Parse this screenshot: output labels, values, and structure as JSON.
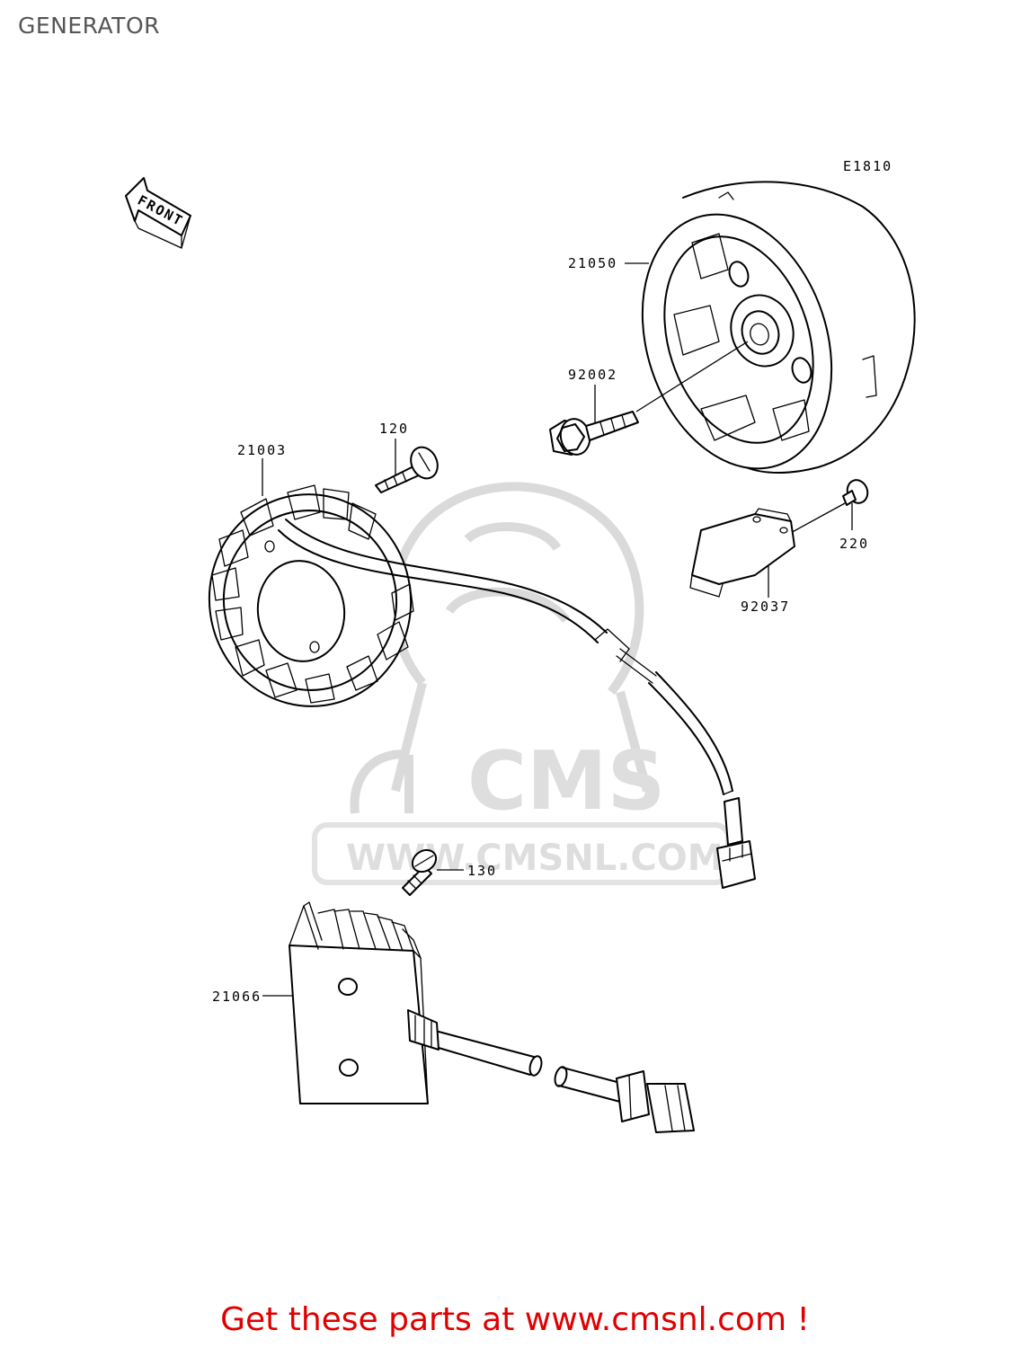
{
  "page": {
    "title": "GENERATOR",
    "diagram_code": "E1810",
    "front_marker": "FRONT",
    "footer": "Get these parts at www.cmsnl.com !"
  },
  "watermark": {
    "brand": "CMS",
    "url": "WWW.CMSNL.COM"
  },
  "parts": [
    {
      "id": "rotor",
      "number": "21050",
      "icon": "rotor-flywheel-icon"
    },
    {
      "id": "rotor-bolt",
      "number": "92002",
      "icon": "flange-bolt-icon"
    },
    {
      "id": "stator-screw",
      "number": "120",
      "icon": "socket-screw-icon"
    },
    {
      "id": "stator",
      "number": "21003",
      "icon": "stator-coil-icon"
    },
    {
      "id": "clamp-screw",
      "number": "220",
      "icon": "small-screw-icon"
    },
    {
      "id": "wire-clamp",
      "number": "92037",
      "icon": "bracket-plate-icon"
    },
    {
      "id": "regulator-bolt",
      "number": "130",
      "icon": "bolt-icon"
    },
    {
      "id": "regulator",
      "number": "21066",
      "icon": "regulator-rectifier-icon"
    }
  ],
  "colors": {
    "line": "#000000",
    "title": "#555555",
    "footer": "#e00000",
    "watermark": "#dadada"
  }
}
